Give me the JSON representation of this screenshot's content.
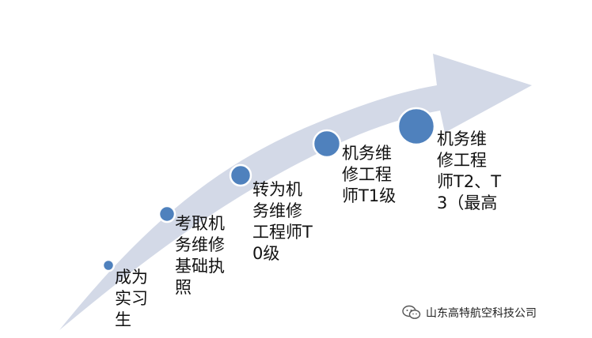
{
  "diagram": {
    "arrow_color": "#d3d9e7",
    "node_fill": "#4f81bd",
    "node_stroke": "#ffffff",
    "stages": [
      {
        "label": "成为实习生"
      },
      {
        "label": "考取机务维修基础执照"
      },
      {
        "label": "转为机务维修工程师T0级"
      },
      {
        "label": "机务维修工程师T1级"
      },
      {
        "label": "机务维修工程师T2、T3（最高"
      }
    ]
  },
  "watermark": {
    "text": "山东高特航空科技公司",
    "icon": "wechat-icon"
  }
}
